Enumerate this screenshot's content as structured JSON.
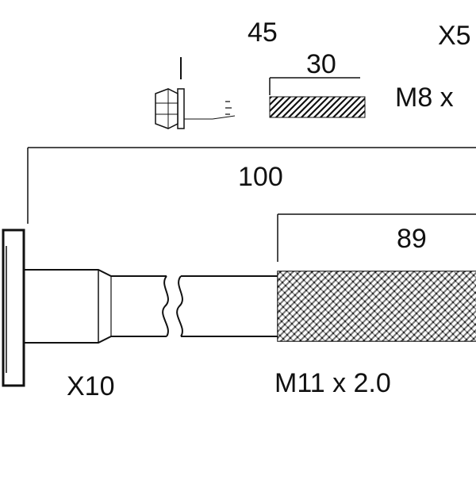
{
  "small_bolt": {
    "length_label": "45",
    "thread_length_label": "30",
    "thread_spec": "M8 x",
    "quantity": "X5"
  },
  "large_bolt": {
    "length_label": "100",
    "thread_length_label": "89",
    "thread_spec": "M11 x 2.0",
    "quantity": "X10"
  },
  "colors": {
    "ink": "#111111",
    "background": "#ffffff"
  }
}
